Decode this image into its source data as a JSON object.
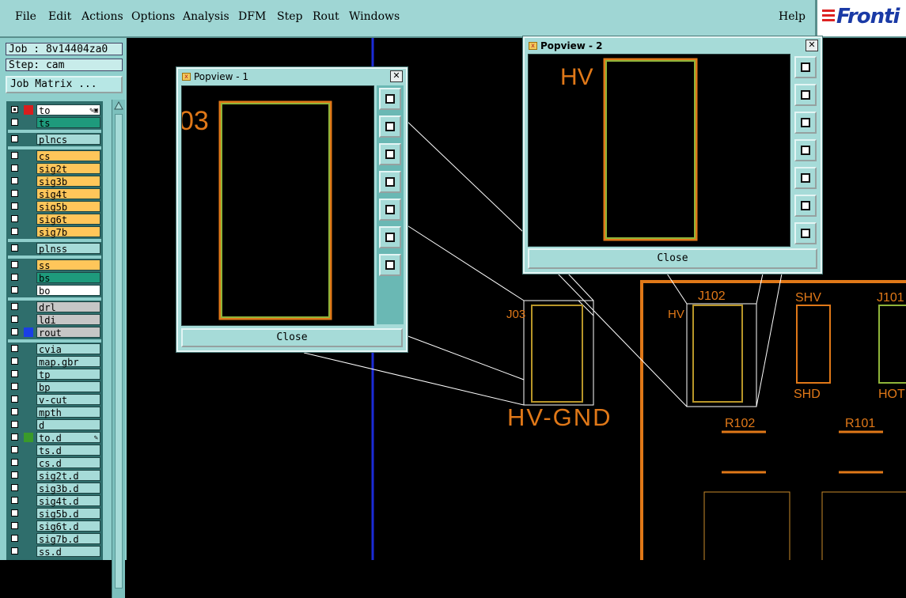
{
  "menu": {
    "items": [
      "File",
      "Edit",
      "Actions",
      "Options",
      "Analysis",
      "DFM",
      "Step",
      "Rout",
      "Windows"
    ],
    "help": "Help",
    "logo": "Fronti"
  },
  "job": {
    "label": "Job : 8v14404za0",
    "step": "Step: cam",
    "matrix_button": "Job Matrix ..."
  },
  "layers": [
    {
      "name": "to",
      "color": "#ffffff",
      "checked": true,
      "swatch": "#d81d1d",
      "mark": "✎▣"
    },
    {
      "name": "ts",
      "color": "#1e9a7c",
      "checked": false,
      "swatch": "",
      "mark": ""
    },
    {
      "sep": true
    },
    {
      "name": "plncs",
      "color": "#a6dbd8",
      "checked": false,
      "swatch": "",
      "mark": ""
    },
    {
      "sep": true
    },
    {
      "name": "cs",
      "color": "#ffc65a",
      "checked": false,
      "swatch": "",
      "mark": ""
    },
    {
      "name": "sig2t",
      "color": "#ffc65a",
      "checked": false,
      "swatch": "",
      "mark": ""
    },
    {
      "name": "sig3b",
      "color": "#ffc65a",
      "checked": false,
      "swatch": "",
      "mark": ""
    },
    {
      "name": "sig4t",
      "color": "#ffc65a",
      "checked": false,
      "swatch": "",
      "mark": ""
    },
    {
      "name": "sig5b",
      "color": "#ffc65a",
      "checked": false,
      "swatch": "",
      "mark": ""
    },
    {
      "name": "sig6t",
      "color": "#ffc65a",
      "checked": false,
      "swatch": "",
      "mark": ""
    },
    {
      "name": "sig7b",
      "color": "#ffc65a",
      "checked": false,
      "swatch": "",
      "mark": ""
    },
    {
      "sep": true
    },
    {
      "name": "plnss",
      "color": "#a6dbd8",
      "checked": false,
      "swatch": "",
      "mark": ""
    },
    {
      "sep": true
    },
    {
      "name": "ss",
      "color": "#ffc65a",
      "checked": false,
      "swatch": "",
      "mark": ""
    },
    {
      "name": "bs",
      "color": "#1e9a7c",
      "checked": false,
      "swatch": "",
      "mark": ""
    },
    {
      "name": "bo",
      "color": "#ffffff",
      "checked": false,
      "swatch": "",
      "mark": ""
    },
    {
      "sep": true
    },
    {
      "name": "drl",
      "color": "#c6c6c6",
      "checked": false,
      "swatch": "",
      "mark": ""
    },
    {
      "name": "ldi",
      "color": "#c6c6c6",
      "checked": false,
      "swatch": "",
      "mark": ""
    },
    {
      "name": "rout",
      "color": "#c6c6c6",
      "checked": false,
      "swatch": "#1a3fe6",
      "mark": ""
    },
    {
      "sep": true
    },
    {
      "name": "cvia",
      "color": "#a6dbd8",
      "checked": false,
      "swatch": "",
      "mark": ""
    },
    {
      "name": "map.gbr",
      "color": "#a6dbd8",
      "checked": false,
      "swatch": "",
      "mark": ""
    },
    {
      "name": "tp",
      "color": "#a6dbd8",
      "checked": false,
      "swatch": "",
      "mark": ""
    },
    {
      "name": "bp",
      "color": "#a6dbd8",
      "checked": false,
      "swatch": "",
      "mark": ""
    },
    {
      "name": "v-cut",
      "color": "#a6dbd8",
      "checked": false,
      "swatch": "",
      "mark": ""
    },
    {
      "name": "mpth",
      "color": "#a6dbd8",
      "checked": false,
      "swatch": "",
      "mark": ""
    },
    {
      "name": "d",
      "color": "#a6dbd8",
      "checked": false,
      "swatch": "",
      "mark": ""
    },
    {
      "name": "to.d",
      "color": "#a6dbd8",
      "checked": false,
      "swatch": "#3a9a2a",
      "mark": "✎"
    },
    {
      "name": "ts.d",
      "color": "#a6dbd8",
      "checked": false,
      "swatch": "",
      "mark": ""
    },
    {
      "name": "cs.d",
      "color": "#a6dbd8",
      "checked": false,
      "swatch": "",
      "mark": ""
    },
    {
      "name": "sig2t.d",
      "color": "#a6dbd8",
      "checked": false,
      "swatch": "",
      "mark": ""
    },
    {
      "name": "sig3b.d",
      "color": "#a6dbd8",
      "checked": false,
      "swatch": "",
      "mark": ""
    },
    {
      "name": "sig4t.d",
      "color": "#a6dbd8",
      "checked": false,
      "swatch": "",
      "mark": ""
    },
    {
      "name": "sig5b.d",
      "color": "#a6dbd8",
      "checked": false,
      "swatch": "",
      "mark": ""
    },
    {
      "name": "sig6t.d",
      "color": "#a6dbd8",
      "checked": false,
      "swatch": "",
      "mark": ""
    },
    {
      "name": "sig7b.d",
      "color": "#a6dbd8",
      "checked": false,
      "swatch": "",
      "mark": ""
    },
    {
      "name": "ss.d",
      "color": "#a6dbd8",
      "checked": false,
      "swatch": "",
      "mark": ""
    }
  ],
  "popview1": {
    "title": "Popview - 1",
    "label": "03",
    "close": "Close",
    "close_x": "✕"
  },
  "popview2": {
    "title": "Popview - 2",
    "label": "HV",
    "close": "Close",
    "close_x": "✕"
  },
  "canvas": {
    "labels": {
      "j03": "J03",
      "hv_gnd": "HV-GND",
      "hv": "HV",
      "j102": "J102",
      "shv": "SHV",
      "j101": "J101",
      "shd": "SHD",
      "hot": "HOT",
      "r102": "R102",
      "r101": "R101"
    },
    "colors": {
      "trace": "#e07818",
      "outline": "#c98a2a",
      "green": "#8fb43a",
      "axis": "#1b2bd6",
      "leader": "#ffffff"
    }
  },
  "tools": [
    "zoom-fit-icon",
    "pan-up-icon",
    "pan-down-icon",
    "pan-left-icon",
    "pan-right-icon",
    "zoom-in-icon",
    "zoom-out-icon"
  ]
}
